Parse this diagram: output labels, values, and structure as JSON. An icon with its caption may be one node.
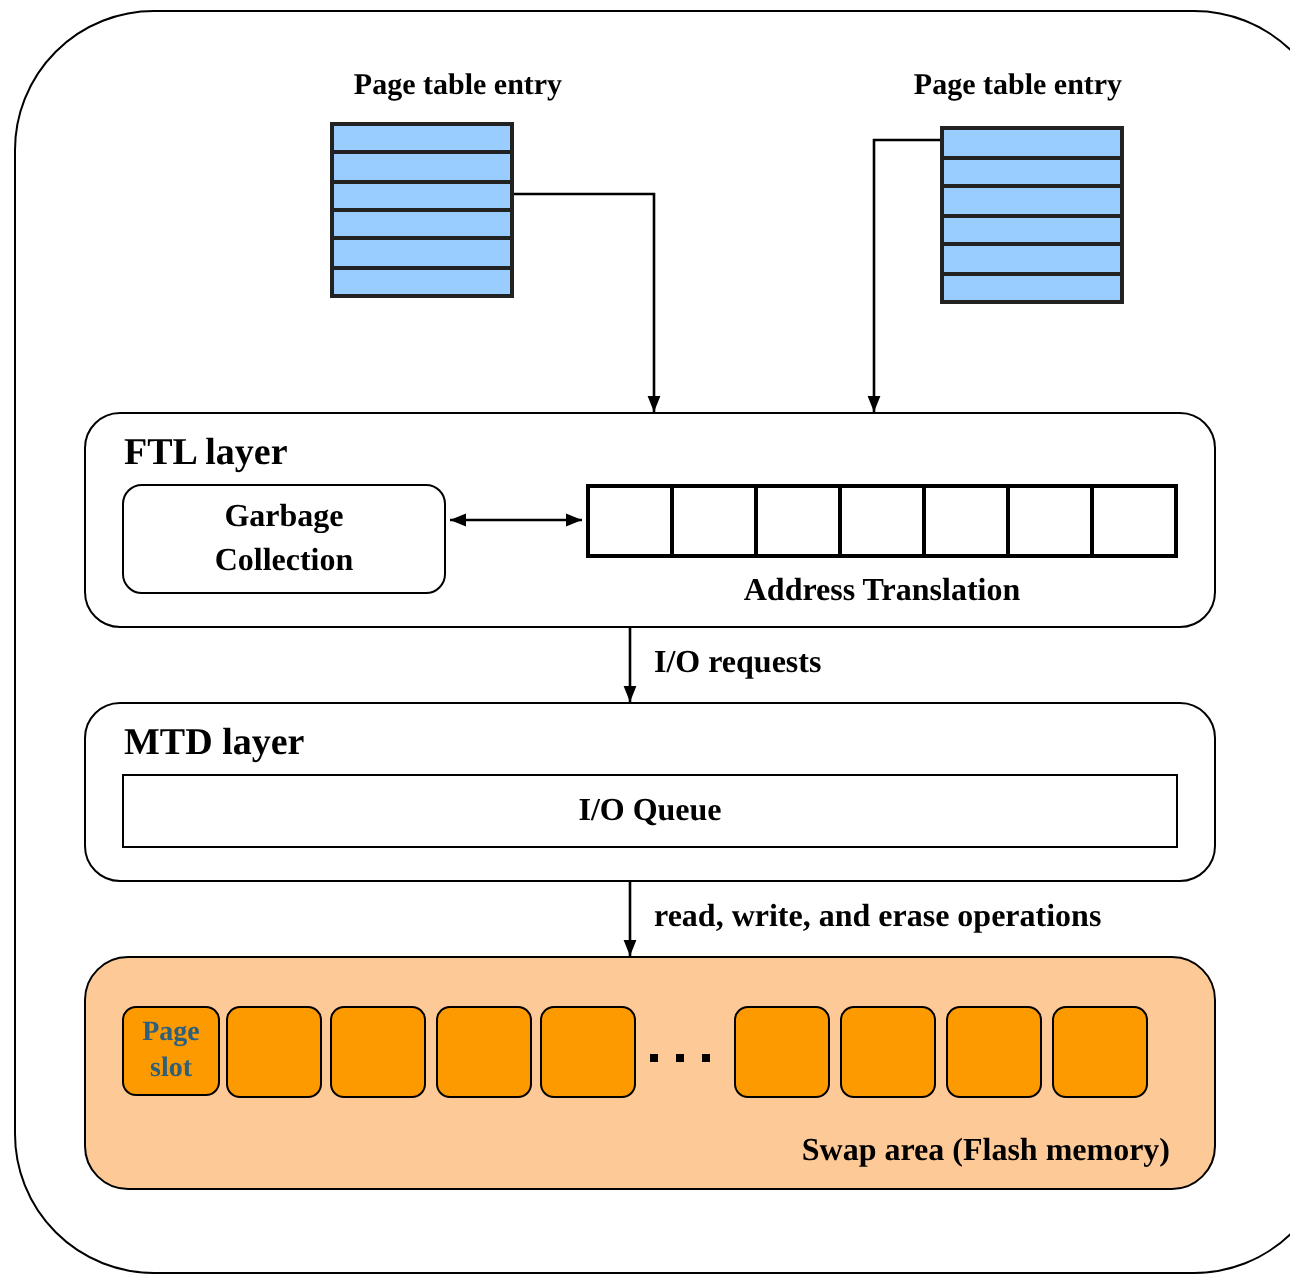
{
  "diagram": {
    "nodes": [
      {
        "text": [],
        "shape": "box"
      },
      {
        "text": [
          "Page table entry"
        ],
        "in": 0
      },
      {
        "text": [
          "Page table entry"
        ],
        "in": 0
      },
      {
        "text": [
          "FTL layer"
        ],
        "in": 0
      },
      {
        "text": [
          "Garbage Collection"
        ],
        "in": 3
      },
      {
        "text": [
          "Address Translation"
        ],
        "in": 3
      },
      {
        "text": [
          "MTD layer"
        ],
        "in": 0
      },
      {
        "text": [
          "I/O Queue"
        ],
        "in": 6
      },
      {
        "text": [
          "Swap area (Flash memory)"
        ],
        "in": 0
      },
      {
        "text": [
          "Page slot"
        ],
        "in": 8
      },
      {
        "text": [],
        "shape": "box",
        "in": 8
      },
      {
        "text": [],
        "shape": "box",
        "in": 8
      },
      {
        "text": [],
        "shape": "box",
        "in": 8
      },
      {
        "text": [],
        "shape": "box",
        "in": 8
      },
      {
        "text": [],
        "shape": "box",
        "in": 8
      },
      {
        "text": [],
        "shape": "box",
        "in": 8
      },
      {
        "text": [],
        "shape": "box",
        "in": 8
      },
      {
        "text": [],
        "shape": "box",
        "in": 8
      }
    ],
    "edges": [
      {
        "from": 1,
        "to": 3,
        "arrow": "to"
      },
      {
        "from": 2,
        "to": 3,
        "arrow": "to"
      },
      {
        "from": 4,
        "to": 5,
        "arrow": "both"
      },
      {
        "from": 3,
        "to": 6,
        "arrow": "to",
        "label": "I/O requests"
      },
      {
        "from": 6,
        "to": 8,
        "arrow": "to",
        "label": "read, write, and erase operations"
      }
    ]
  }
}
